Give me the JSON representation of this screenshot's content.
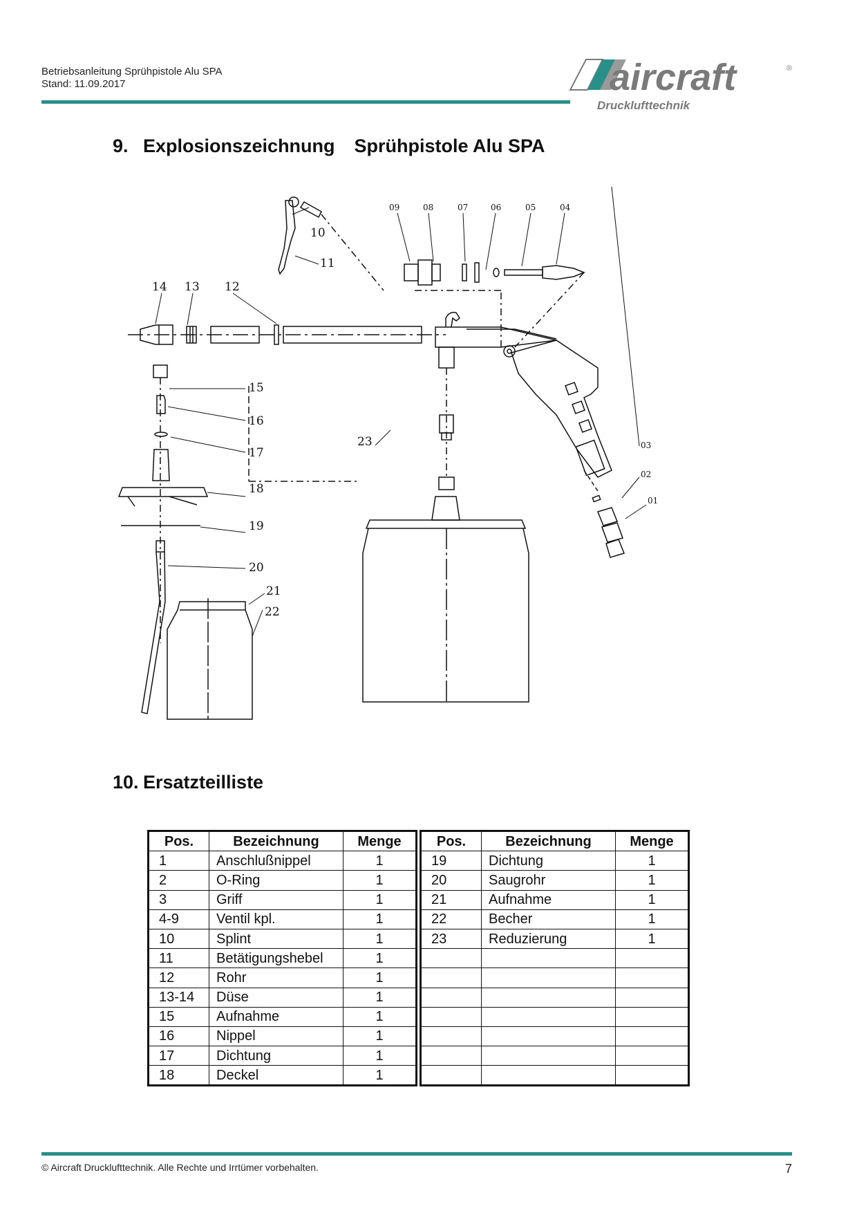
{
  "header": {
    "line1": "Betriebsanleitung Sprühpistole Alu SPA",
    "line2": "Stand: 11.09.2017"
  },
  "logo": {
    "brand": "aircraft",
    "tagline": "Drucklufttechnik",
    "registered": "®",
    "brand_color": "#2a8f88",
    "text_color": "#7a7a7a"
  },
  "section9": {
    "number": "9.",
    "title_part1": "Explosionszeichnung",
    "title_part2": "Sprühpistole Alu SPA"
  },
  "drawing_labels": [
    "09",
    "08",
    "07",
    "06",
    "05",
    "04",
    "10",
    "11",
    "14",
    "13",
    "12",
    "15",
    "16",
    "17",
    "18",
    "19",
    "20",
    "21",
    "22",
    "23",
    "03",
    "02",
    "01"
  ],
  "section10": {
    "number": "10.",
    "title": "Ersatzteilliste"
  },
  "table_headers": {
    "pos": "Pos.",
    "name": "Bezeichnung",
    "qty": "Menge"
  },
  "table_left": [
    [
      "1",
      "Anschlußnippel",
      "1"
    ],
    [
      "2",
      "O-Ring",
      "1"
    ],
    [
      "3",
      "Griff",
      "1"
    ],
    [
      "4-9",
      "Ventil kpl.",
      "1"
    ],
    [
      "10",
      "Splint",
      "1"
    ],
    [
      "11",
      "Betätigungshebel",
      "1"
    ],
    [
      "12",
      "Rohr",
      "1"
    ],
    [
      "13-14",
      "Düse",
      "1"
    ],
    [
      "15",
      "Aufnahme",
      "1"
    ],
    [
      "16",
      "Nippel",
      "1"
    ],
    [
      "17",
      "Dichtung",
      "1"
    ],
    [
      "18",
      "Deckel",
      "1"
    ]
  ],
  "table_right": [
    [
      "19",
      "Dichtung",
      "1"
    ],
    [
      "20",
      "Saugrohr",
      "1"
    ],
    [
      "21",
      "Aufnahme",
      "1"
    ],
    [
      "22",
      "Becher",
      "1"
    ],
    [
      "23",
      "Reduzierung",
      "1"
    ],
    [
      "",
      "",
      ""
    ],
    [
      "",
      "",
      ""
    ],
    [
      "",
      "",
      ""
    ],
    [
      "",
      "",
      ""
    ],
    [
      "",
      "",
      ""
    ],
    [
      "",
      "",
      ""
    ],
    [
      "",
      "",
      ""
    ]
  ],
  "footer": {
    "copyright": "© Aircraft Drucklufttechnik. Alle Rechte und Irrtümer vorbehalten.",
    "page": "7"
  }
}
